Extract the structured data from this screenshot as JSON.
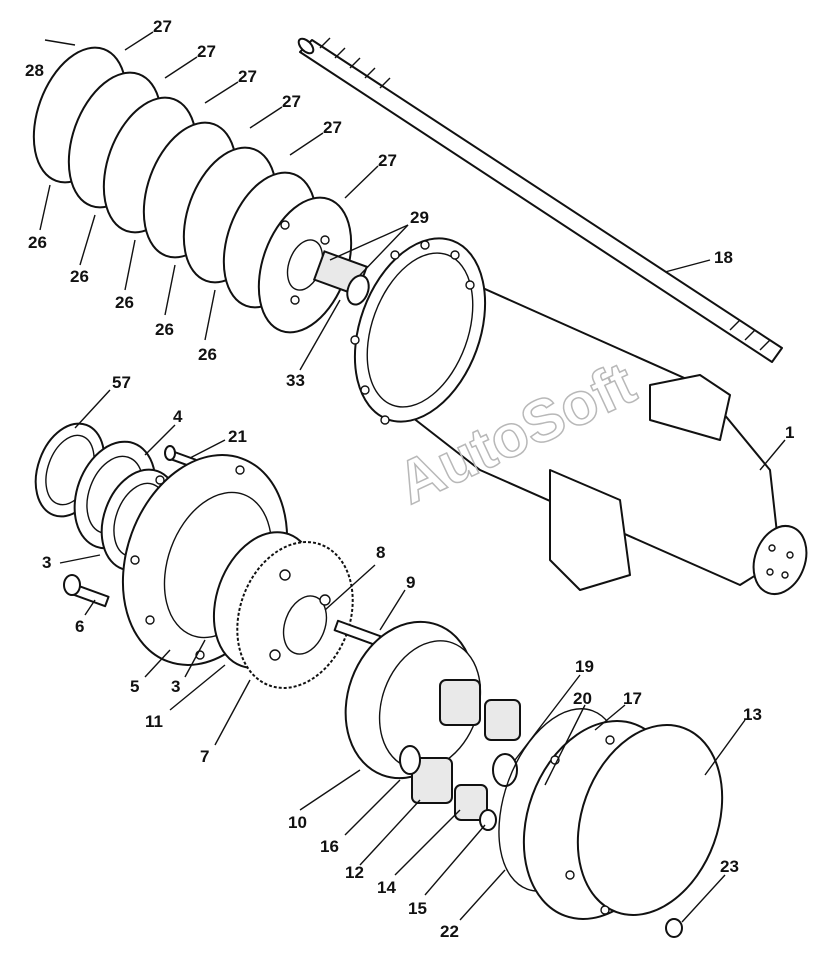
{
  "watermark": "AutoSoft",
  "callouts": {
    "c1": "1",
    "c3a": "3",
    "c3b": "3",
    "c4": "4",
    "c5": "5",
    "c6": "6",
    "c7": "7",
    "c8": "8",
    "c9": "9",
    "c10": "10",
    "c11": "11",
    "c12": "12",
    "c13": "13",
    "c14": "14",
    "c15": "15",
    "c16": "16",
    "c17": "17",
    "c18": "18",
    "c19": "19",
    "c20": "20",
    "c21": "21",
    "c22": "22",
    "c23": "23",
    "c26a": "26",
    "c26b": "26",
    "c26c": "26",
    "c26d": "26",
    "c26e": "26",
    "c26f": "26",
    "c27a": "27",
    "c27b": "27",
    "c27c": "27",
    "c27d": "27",
    "c27e": "27",
    "c27f": "27",
    "c27g": "27",
    "c28": "28",
    "c29": "29",
    "c33": "33",
    "c57": "57"
  }
}
